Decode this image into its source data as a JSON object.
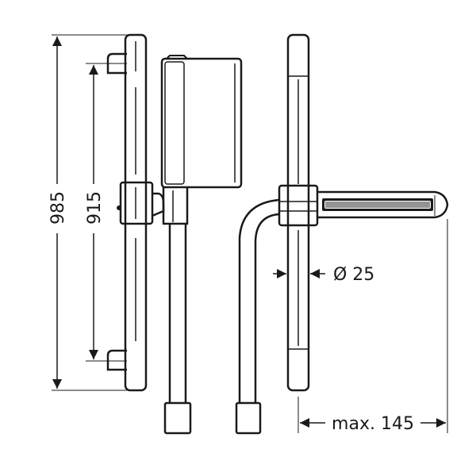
{
  "drawing": {
    "dimensions": {
      "total_height": "985",
      "bar_spacing": "915",
      "diameter": "Ø 25",
      "projection": "max. 145"
    }
  }
}
